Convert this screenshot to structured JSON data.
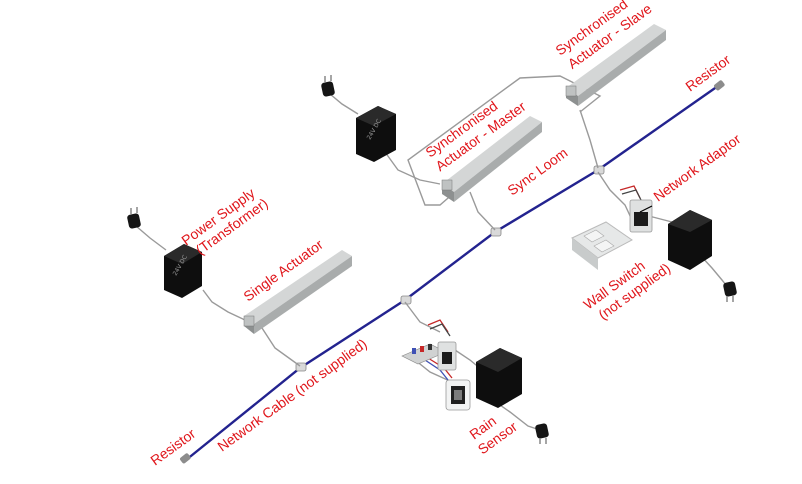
{
  "labels": {
    "power_supply": [
      "Power Supply",
      "(Transformer)"
    ],
    "single_actuator": "Single Actuator",
    "sync_master": [
      "Synchronised",
      "Actuator - Master"
    ],
    "sync_slave": [
      "Synchronised",
      "Actuator - Slave"
    ],
    "sync_loom": "Sync Loom",
    "network_adaptor": "Network Adaptor",
    "wall_switch": [
      "Wall Switch",
      "(not supplied)"
    ],
    "rain_sensor": [
      "Rain",
      "Sensor"
    ],
    "network_cable": "Network Cable (not supplied)",
    "resistor_left": "Resistor",
    "resistor_right": "Resistor"
  },
  "device_text": {
    "transformer": "24V DC"
  },
  "colors": {
    "label": "#e0161b",
    "network_cable": "#23238f",
    "transformer": "#111111",
    "actuator": "#b9bcbc"
  }
}
